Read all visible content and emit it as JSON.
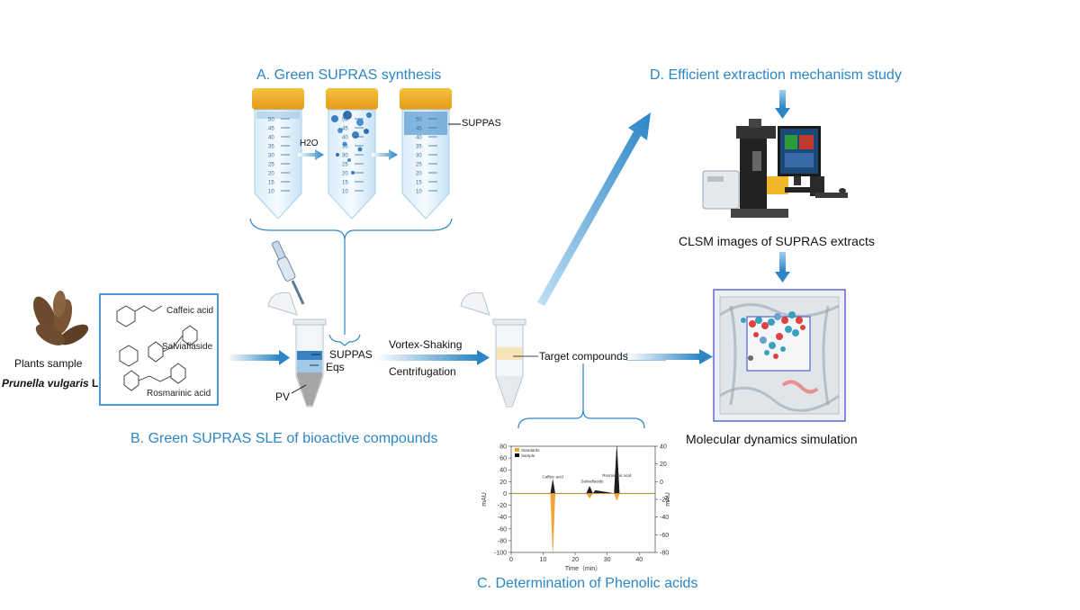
{
  "sections": {
    "a": "A. Green SUPRAS synthesis",
    "b": "B. Green SUPRAS SLE of bioactive compounds",
    "c": "C. Determination of Phenolic acids",
    "d": "D. Efficient extraction mechanism study"
  },
  "tubes": {
    "h2o": "H2O",
    "suppas": "SUPPAS",
    "ticks": [
      "50",
      "45",
      "40",
      "35",
      "30",
      "25",
      "20",
      "15",
      "10"
    ]
  },
  "plant": {
    "sample": "Plants sample",
    "species": "Prunella vulgaris",
    "species_suffix": "L"
  },
  "compounds": {
    "caffeic": "Caffeic acid",
    "salvia": "Salviaflaside",
    "rosmarinic": "Rosmarinic acid"
  },
  "sle": {
    "suppas": "SUPPAS",
    "eqs": "Eqs",
    "pv": "PV",
    "vortex": "Vortex-Shaking",
    "centrifugation": "Centrifugation",
    "target": "Target compounds"
  },
  "mechanism": {
    "clsm": "CLSM images of SUPRAS extracts",
    "md": "Molecular dynamics simulation"
  },
  "chart_data": {
    "type": "line",
    "title": "",
    "xlabel": "Time（min）",
    "ylabel": "mAU",
    "y2label": "mAU",
    "xlim": [
      0,
      45
    ],
    "ylim": [
      -100,
      80
    ],
    "y2lim": [
      -80,
      40
    ],
    "xticks": [
      "0",
      "10",
      "20",
      "30",
      "40"
    ],
    "yticks": [
      "80",
      "60",
      "40",
      "20",
      "0",
      "-20",
      "-40",
      "-60",
      "-80",
      "-100"
    ],
    "y2ticks": [
      "40",
      "20",
      "0",
      "-20",
      "-40",
      "-60",
      "-80"
    ],
    "legend": [
      "Standards",
      "Sample"
    ],
    "legend_position": "top-left",
    "colors": {
      "standards": "#f0a030",
      "sample": "#111111"
    },
    "peak_labels": [
      "Caffeic acid",
      "Salviaflaside",
      "Rosmarinic acid"
    ],
    "series": [
      {
        "name": "Sample",
        "x": [
          0,
          12.3,
          13.0,
          13.7,
          23.5,
          24.5,
          25.5,
          26.3,
          32.2,
          33.0,
          33.8,
          45
        ],
        "y": [
          0,
          0,
          23,
          0,
          0,
          12,
          0,
          5,
          0,
          80,
          0,
          0
        ]
      },
      {
        "name": "Standards",
        "x": [
          0,
          12.3,
          13.0,
          13.7,
          23.5,
          24.5,
          25.5,
          32.2,
          33.0,
          33.8,
          45
        ],
        "y": [
          0,
          0,
          -100,
          0,
          0,
          -8,
          0,
          0,
          -12,
          0,
          0
        ]
      }
    ]
  }
}
